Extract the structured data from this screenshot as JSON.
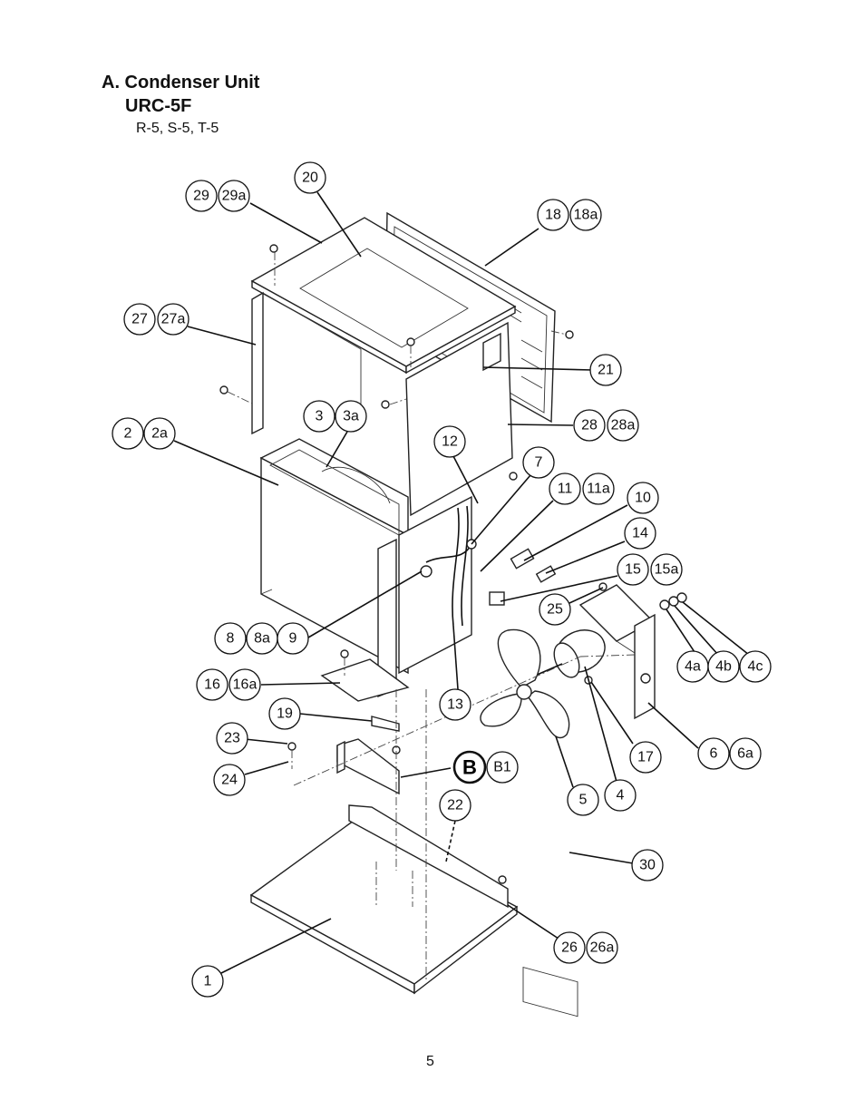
{
  "header": {
    "title": "A. Condenser Unit",
    "subtitle": "URC-5F",
    "models": "R-5, S-5, T-5"
  },
  "callouts": {
    "c1": "1",
    "c2": "2",
    "c2a": "2a",
    "c3": "3",
    "c3a": "3a",
    "c4": "4",
    "c4a": "4a",
    "c4b": "4b",
    "c4c": "4c",
    "c5": "5",
    "c6": "6",
    "c6a": "6a",
    "c7": "7",
    "c8": "8",
    "c8a": "8a",
    "c9": "9",
    "c10": "10",
    "c11": "11",
    "c11a": "11a",
    "c12": "12",
    "c13": "13",
    "c14": "14",
    "c15": "15",
    "c15a": "15a",
    "c16": "16",
    "c16a": "16a",
    "c17": "17",
    "c18": "18",
    "c18a": "18a",
    "c19": "19",
    "c20": "20",
    "c21": "21",
    "c22": "22",
    "c23": "23",
    "c24": "24",
    "c25": "25",
    "c26": "26",
    "c26a": "26a",
    "c27": "27",
    "c27a": "27a",
    "c28": "28",
    "c28a": "28a",
    "c29": "29",
    "c29a": "29a",
    "c30": "30",
    "cB": "B",
    "cB1": "B1"
  },
  "footer": {
    "page_number": "5"
  }
}
